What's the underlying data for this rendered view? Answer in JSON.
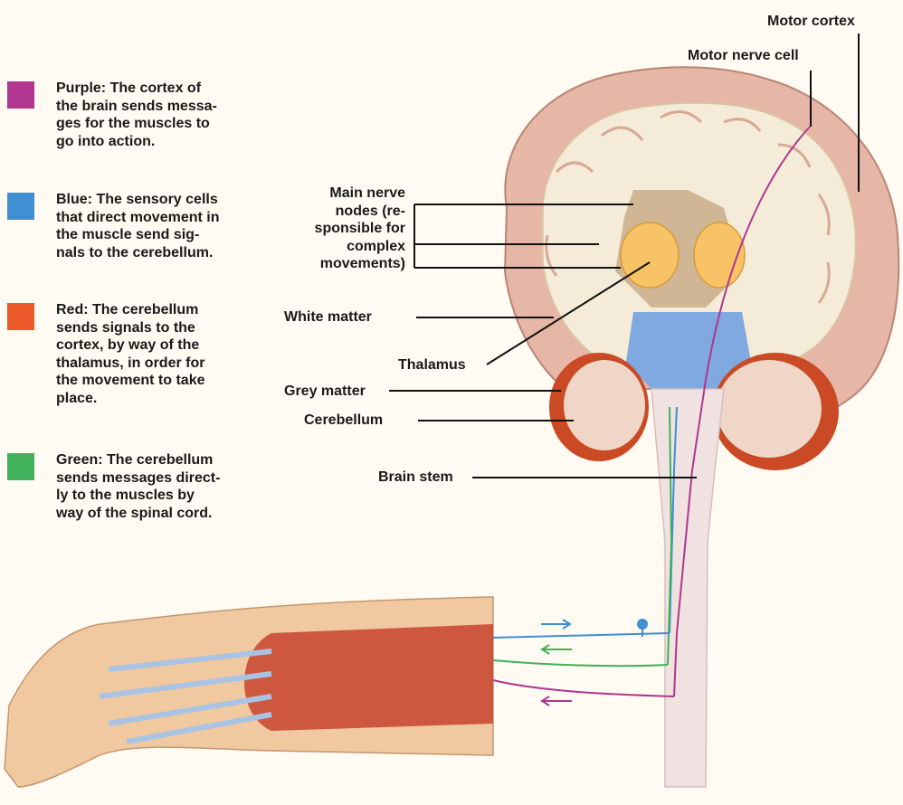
{
  "legend": [
    {
      "key": "purple",
      "text": "Purple: The cortex of\nthe brain sends messa-\nges for the muscles to\ngo into action.",
      "color": "#b0368f"
    },
    {
      "key": "blue",
      "text": "Blue: The sensory cells\nthat direct movement in\nthe muscle send  sig-\nnals to the cerebellum.",
      "color": "#3f8fd2"
    },
    {
      "key": "red",
      "text": "Red: The cerebellum\nsends signals to the\ncortex, by way of the\nthalamus, in order for\nthe movement to take\nplace.",
      "color": "#ec5a2c"
    },
    {
      "key": "green",
      "text": "Green: The cerebellum\nsends messages direct-\nly to the muscles by\nway of the spinal cord.",
      "color": "#3fb25a"
    }
  ],
  "labels": {
    "motor_cortex": "Motor cortex",
    "motor_nerve_cell": "Motor nerve cell",
    "main_nerve_nodes": "Main nerve\nnodes (re-\nsponsible for\ncomplex\nmovements)",
    "white_matter": "White matter",
    "thalamus": "Thalamus",
    "grey_matter": "Grey matter",
    "cerebellum": "Cerebellum",
    "brain_stem": "Brain stem"
  },
  "colors": {
    "cortex_pink": "#e6b7a6",
    "white_matter": "#f4ecd8",
    "thalamus_orange": "#f8c266",
    "ventricle_blue": "#7fa9e0",
    "cerebellum_red": "#c94a24",
    "skin": "#f0c9a0",
    "muscle_red": "#c8442e",
    "tendon_blue": "#a9c3e4"
  }
}
